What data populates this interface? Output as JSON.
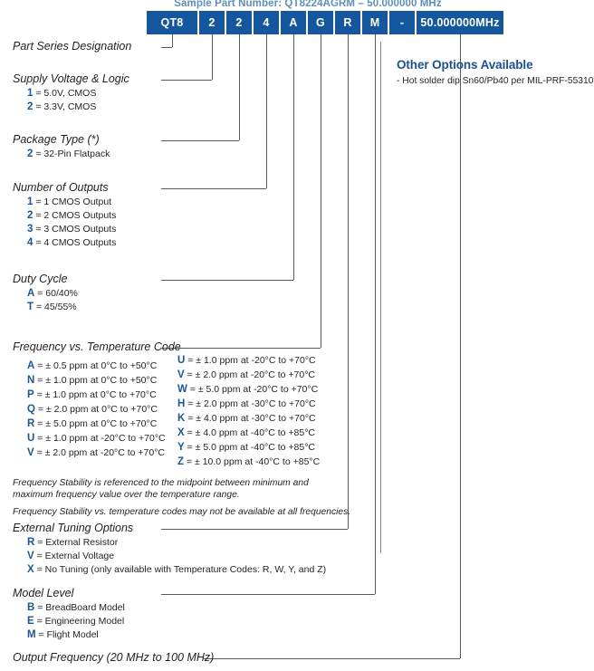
{
  "header": {
    "sample_title": "Sample Part Number: QT8224AGRM – 50.000000 MHz",
    "boxes": [
      {
        "label": "QT8",
        "width": 56
      },
      {
        "label": "2",
        "width": 28
      },
      {
        "label": "2",
        "width": 28
      },
      {
        "label": "4",
        "width": 28
      },
      {
        "label": "A",
        "width": 28
      },
      {
        "label": "G",
        "width": 28
      },
      {
        "label": "R",
        "width": 28
      },
      {
        "label": "M",
        "width": 28
      },
      {
        "label": "-",
        "width": 28
      },
      {
        "label": "50.000000MHz",
        "width": 96
      }
    ]
  },
  "sections": {
    "part_series": {
      "title": "Part Series Designation"
    },
    "supply": {
      "title": "Supply Voltage & Logic",
      "options": [
        {
          "code": "1",
          "desc": "= 5.0V, CMOS"
        },
        {
          "code": "2",
          "desc": "= 3.3V, CMOS"
        }
      ]
    },
    "package": {
      "title": "Package Type (*)",
      "options": [
        {
          "code": "2",
          "desc": "= 32-Pin Flatpack"
        }
      ]
    },
    "outputs": {
      "title": "Number of Outputs",
      "options": [
        {
          "code": "1",
          "desc": "= 1 CMOS Output"
        },
        {
          "code": "2",
          "desc": "= 2 CMOS Outputs"
        },
        {
          "code": "3",
          "desc": "= 3 CMOS Outputs"
        },
        {
          "code": "4",
          "desc": "= 4 CMOS Outputs"
        }
      ]
    },
    "duty": {
      "title": "Duty Cycle",
      "options": [
        {
          "code": "A",
          "desc": "= 60/40%"
        },
        {
          "code": "T",
          "desc": "= 45/55%"
        }
      ]
    },
    "temperature": {
      "title": "Frequency vs. Temperature Code",
      "left_options": [
        {
          "code": "A",
          "desc": "= ± 0.5 ppm at 0°C to +50°C"
        },
        {
          "code": "N",
          "desc": "= ± 1.0 ppm at 0°C to +50°C"
        },
        {
          "code": "P",
          "desc": "= ± 1.0 ppm at 0°C to +70°C"
        },
        {
          "code": "Q",
          "desc": "= ± 2.0 ppm at 0°C to +70°C"
        },
        {
          "code": "R",
          "desc": "= ± 5.0 ppm at 0°C to +70°C"
        },
        {
          "code": "U",
          "desc": "= ± 1.0 ppm at -20°C to +70°C"
        },
        {
          "code": "V",
          "desc": "= ± 2.0 ppm at -20°C to +70°C"
        }
      ],
      "right_options": [
        {
          "code": "U",
          "desc": "= ± 1.0 ppm at -20°C to +70°C"
        },
        {
          "code": "V",
          "desc": "= ± 2.0 ppm at -20°C to +70°C"
        },
        {
          "code": "W",
          "desc": "= ± 5.0 ppm at -20°C to +70°C"
        },
        {
          "code": "H",
          "desc": "= ± 2.0 ppm at -30°C to +70°C"
        },
        {
          "code": "K",
          "desc": "= ± 4.0 ppm at -30°C to +70°C"
        },
        {
          "code": "X",
          "desc": "= ± 4.0 ppm at -40°C to +85°C"
        },
        {
          "code": "Y",
          "desc": "= ± 5.0 ppm at -40°C to +85°C"
        },
        {
          "code": "Z",
          "desc": "= ± 10.0 ppm at -40°C to +85°C"
        }
      ],
      "note_line1": "Frequency Stability is referenced to the midpoint between minimum and",
      "note_line2": "maximum frequency value over the temperature range.",
      "note_line3": "Frequency Stability vs. temperature codes may not be available at all frequencies."
    },
    "tuning": {
      "title": "External Tuning Options",
      "options": [
        {
          "code": "R",
          "desc": "= External Resistor"
        },
        {
          "code": "V",
          "desc": "= External Voltage"
        },
        {
          "code": "X",
          "desc": "= No Tuning (only available with Temperature Codes: R, W, Y, and Z)"
        }
      ]
    },
    "model": {
      "title": "Model Level",
      "options": [
        {
          "code": "B",
          "desc": "= BreadBoard Model"
        },
        {
          "code": "E",
          "desc": "= Engineering Model"
        },
        {
          "code": "M",
          "desc": "= Flight Model"
        }
      ]
    },
    "frequency": {
      "title": "Output Frequency (20 MHz to 100 MHz)"
    }
  },
  "other_options": {
    "title": "Other Options Available",
    "item": "- Hot solder dip Sn60/Pb40 per MIL-PRF-55310"
  },
  "colors": {
    "box_blue": "#15579f",
    "heading_blue": "#1b4f9c",
    "title_blue": "#5a8fbe",
    "line_gray": "#58595b"
  }
}
